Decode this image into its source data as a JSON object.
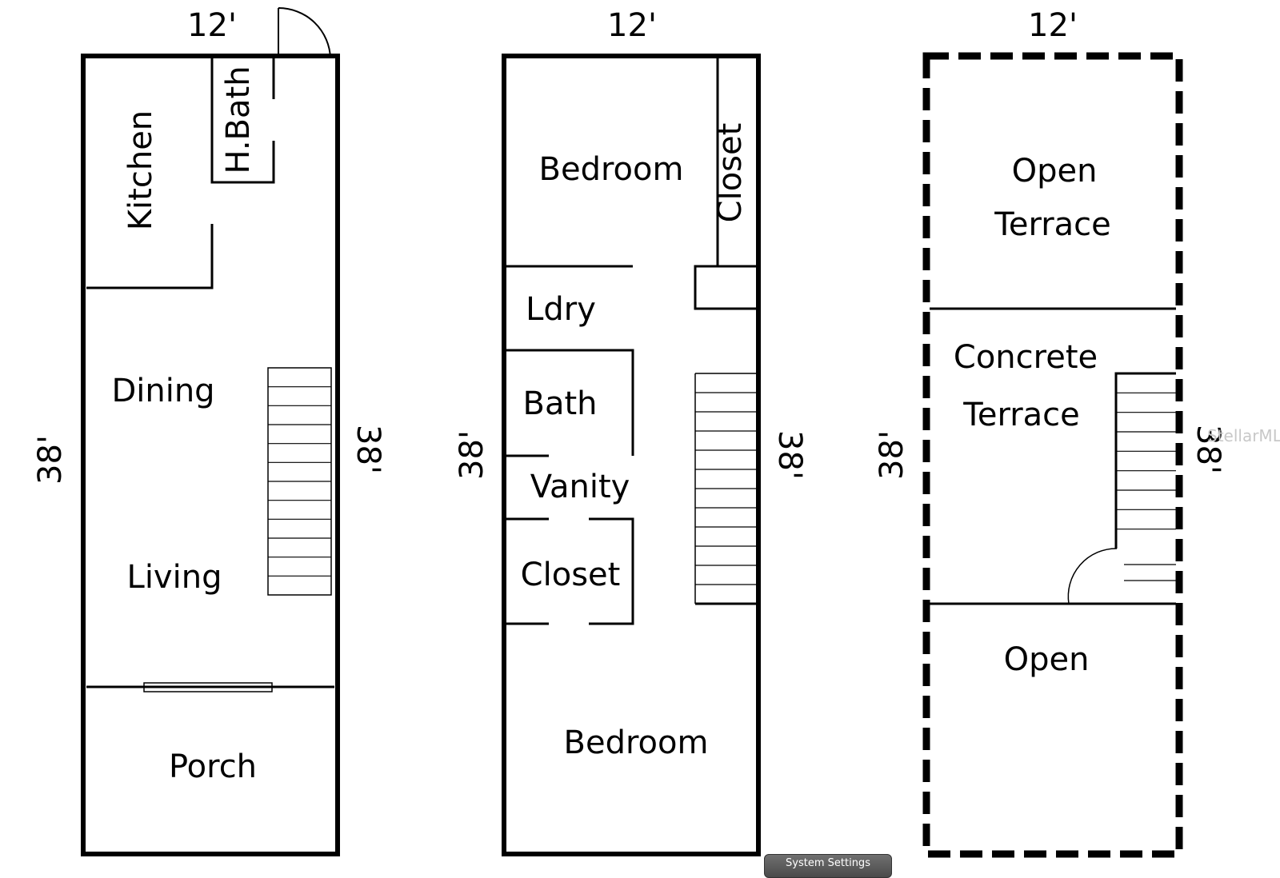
{
  "colors": {
    "ink": "#000000",
    "background": "#ffffff",
    "watermark": "#c8c8c8"
  },
  "floors": [
    {
      "width_label": "12'",
      "left_depth_label": "38'",
      "right_depth_label": "38'",
      "rooms": {
        "kitchen": "Kitchen",
        "half_bath": "H.Bath",
        "dining": "Dining",
        "living": "Living",
        "porch": "Porch"
      }
    },
    {
      "width_label": "12'",
      "left_depth_label": "38'",
      "right_depth_label": "38'",
      "rooms": {
        "bedroom_top": "Bedroom",
        "closet_top": "Closet",
        "laundry": "Ldry",
        "bath": "Bath",
        "vanity": "Vanity",
        "closet_mid": "Closet",
        "bedroom_bottom": "Bedroom"
      }
    },
    {
      "width_label": "12'",
      "left_depth_label": "38'",
      "right_depth_label": "38'",
      "rooms": {
        "open_terrace_line1": "Open",
        "open_terrace_line2": "Terrace",
        "concrete_terrace_line1": "Concrete",
        "concrete_terrace_line2": "Terrace",
        "open_bottom": "Open"
      }
    }
  ],
  "watermark": "StellarMLS",
  "system_button": "System Settings"
}
